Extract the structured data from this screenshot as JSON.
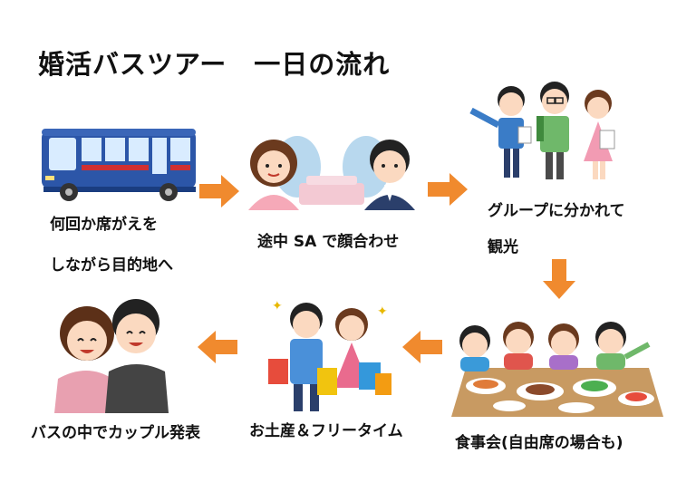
{
  "title": "婚活バスツアー　一日の流れ",
  "steps": [
    {
      "label_lines": [
        "何回か席がえを",
        "しながら目的地へ"
      ],
      "icon": "bus-icon"
    },
    {
      "label_lines": [
        "途中 SA で顔合わせ"
      ],
      "icon": "meeting-couple-icon"
    },
    {
      "label_lines": [
        "グループに分かれて",
        "観光"
      ],
      "icon": "sightseeing-group-icon"
    },
    {
      "label_lines": [
        "食事会(自由席の場合も)"
      ],
      "icon": "dinner-party-icon"
    },
    {
      "label_lines": [
        "お土産＆フリータイム"
      ],
      "icon": "shopping-couple-icon"
    },
    {
      "label_lines": [
        "バスの中でカップル発表"
      ],
      "icon": "happy-couple-icon"
    }
  ],
  "colors": {
    "arrow": "#f08a2e",
    "bus": "#2c56a8",
    "table": "#c89a62"
  }
}
